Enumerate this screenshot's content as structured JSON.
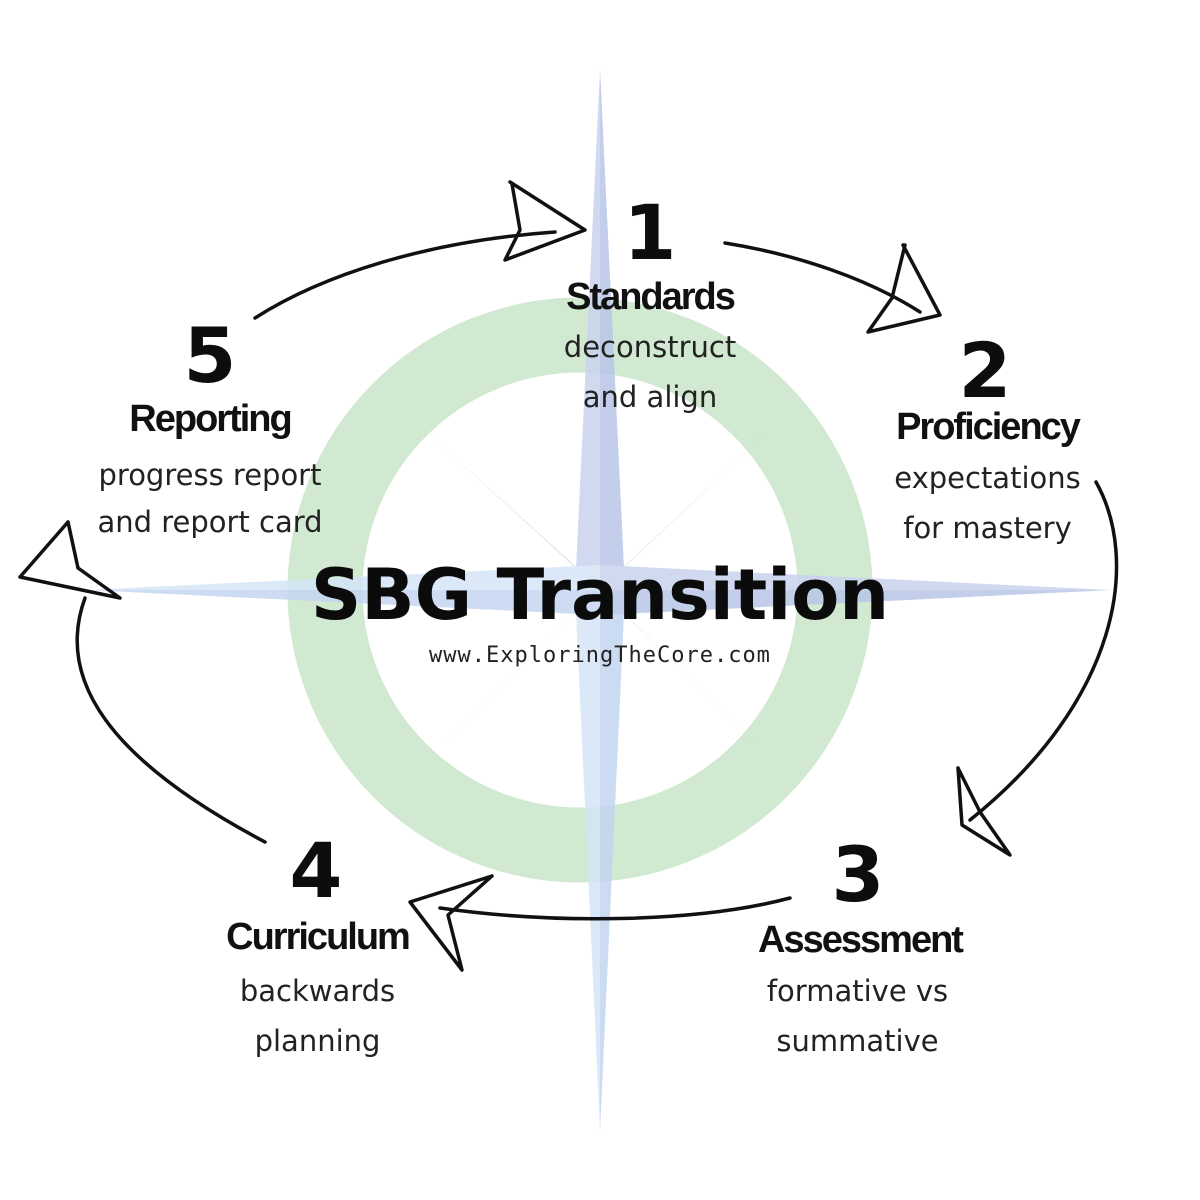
{
  "title": "SBG Transition",
  "url": "www.ExploringTheCore.com",
  "colors": {
    "ring": "#cfe8cf",
    "compass": "#c5d2ee",
    "compass_light": "#d6e6f7",
    "arrows": "#111111",
    "text": "#111111"
  },
  "stages": [
    {
      "number": "1",
      "title": "Standards",
      "line1": "deconstruct",
      "line2": "and align"
    },
    {
      "number": "2",
      "title": "Proficiency",
      "line1": "expectations",
      "line2": "for mastery"
    },
    {
      "number": "3",
      "title": "Assessment",
      "line1": "formative vs",
      "line2": "summative"
    },
    {
      "number": "4",
      "title": "Curriculum",
      "line1": "backwards",
      "line2": "planning"
    },
    {
      "number": "5",
      "title": "Reporting",
      "line1": "progress report",
      "line2": "and report card"
    }
  ]
}
